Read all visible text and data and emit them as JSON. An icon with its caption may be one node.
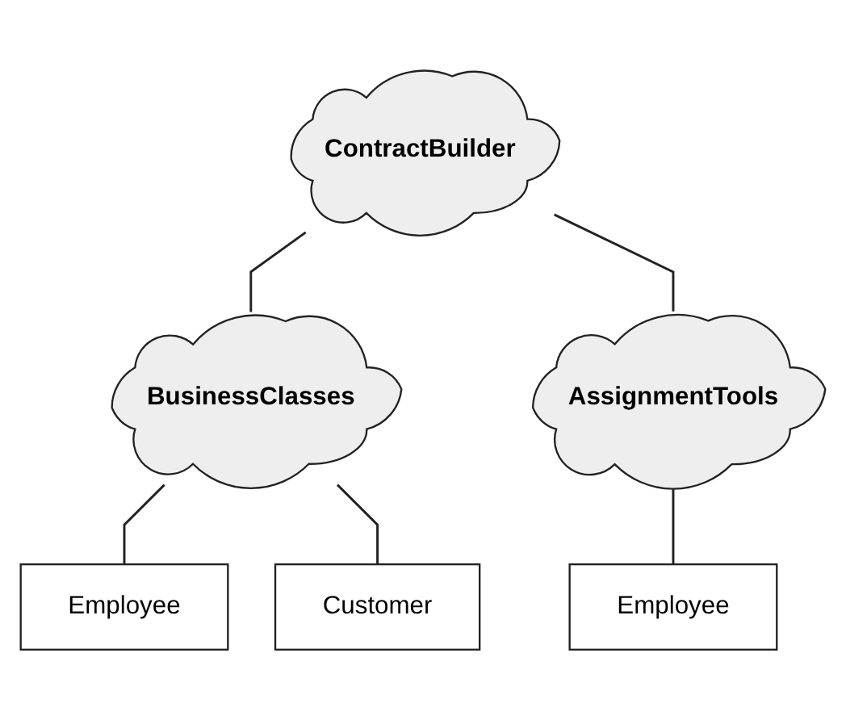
{
  "diagram": {
    "nodes": [
      {
        "text": [
          "ContractBuilder"
        ]
      },
      {
        "text": [
          "BusinessClasses"
        ]
      },
      {
        "text": [
          "AssignmentTools"
        ]
      },
      {
        "text": [
          "Employee"
        ]
      },
      {
        "text": [
          "Customer"
        ]
      },
      {
        "text": [
          "Employee"
        ]
      }
    ],
    "edges": [
      {
        "from": 0,
        "to": 1,
        "arrow": "none"
      },
      {
        "from": 0,
        "to": 2,
        "arrow": "none"
      },
      {
        "from": 1,
        "to": 3,
        "arrow": "none"
      },
      {
        "from": 1,
        "to": 4,
        "arrow": "none"
      },
      {
        "from": 2,
        "to": 5,
        "arrow": "none"
      }
    ]
  }
}
